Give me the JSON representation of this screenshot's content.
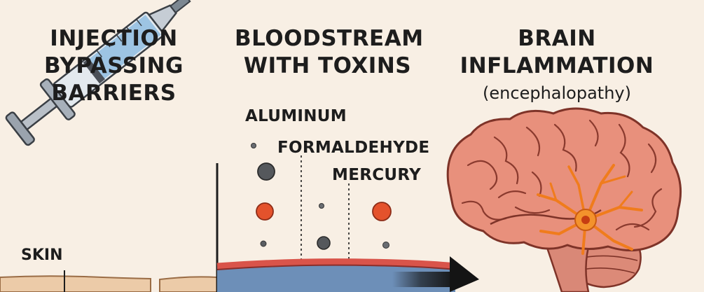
{
  "panels": {
    "injection": {
      "title_lines": [
        "INJECTION",
        "BYPASSING",
        "BARRIERS"
      ]
    },
    "bloodstream": {
      "title_lines": [
        "BLOODSTREAM",
        "WITH TOXINS"
      ]
    },
    "brain": {
      "title_lines": [
        "BRAIN",
        "INFLAMMATION"
      ],
      "subtitle": "(encephalopathy)"
    }
  },
  "labels": {
    "skin": "SKIN",
    "toxins": [
      "ALUMINUM",
      "FORMALDEHYDE",
      "MERCURY"
    ]
  },
  "colors": {
    "background": "#f8efe4",
    "skin": "#eccba8",
    "vein_blue": "#6d8fb8",
    "vein_wall": "#d9544a",
    "brain": "#e8907c",
    "neuron_orange": "#f07c1c",
    "toxin_gray": "#55585c",
    "toxin_orange": "#e4522c",
    "syringe_fluid": "#9dc4e3",
    "arrow": "#141414"
  },
  "icons": [
    "syringe-icon",
    "brain-icon",
    "neuron-icon",
    "arrow-icon"
  ]
}
